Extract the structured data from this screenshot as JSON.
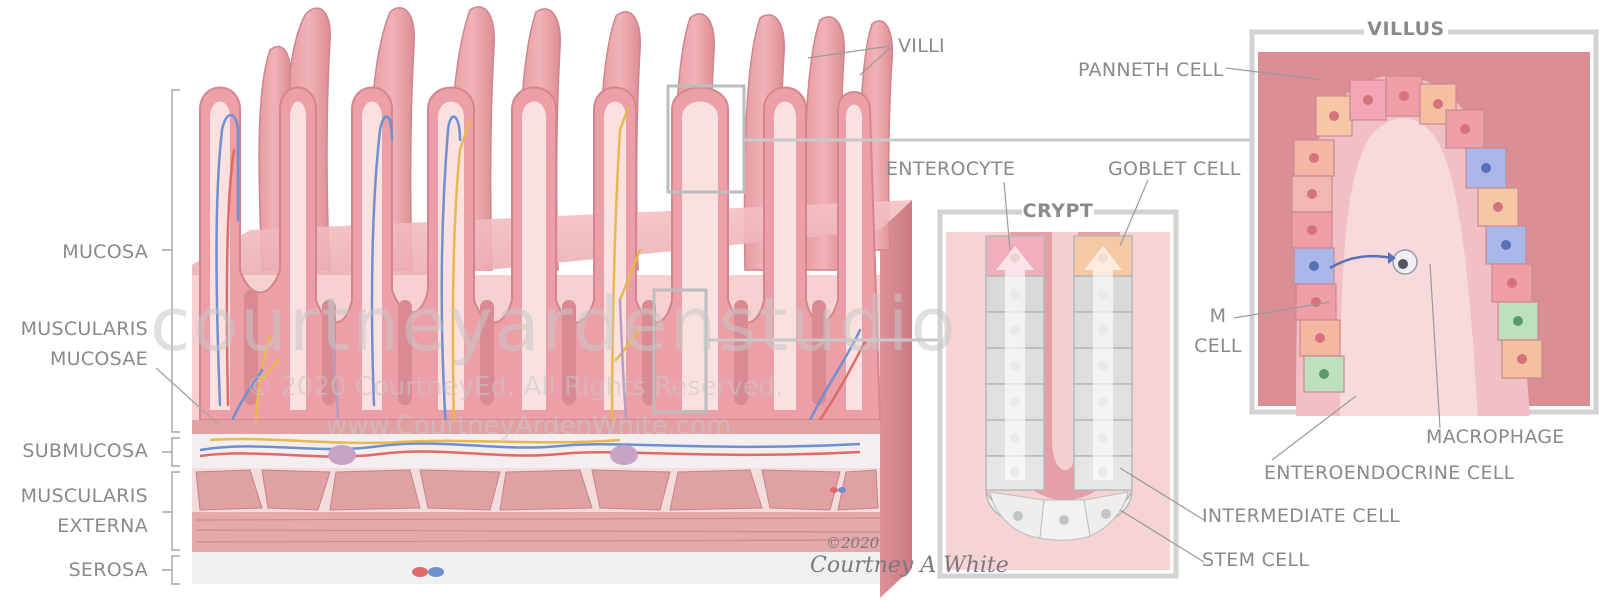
{
  "labels": {
    "villi": "VILLI",
    "mucosa": "MUCOSA",
    "muscularis_mucosae_1": "MUSCULARIS",
    "muscularis_mucosae_2": "MUCOSAE",
    "submucosa": "SUBMUCOSA",
    "muscularis_externa_1": "MUSCULARIS",
    "muscularis_externa_2": "EXTERNA",
    "serosa": "SEROSA",
    "enterocyte": "ENTEROCYTE",
    "goblet_cell": "GOBLET CELL",
    "crypt": "CRYPT",
    "villus": "VILLUS",
    "panneth_cell": "PANNETH CELL",
    "m_cell_1": "M",
    "m_cell_2": "CELL",
    "macrophage": "MACROPHAGE",
    "enteroendocrine_cell": "ENTEROENDOCRINE CELL",
    "intermediate_cell": "INTERMEDIATE CELL",
    "stem_cell": "STEM CELL"
  },
  "watermark": {
    "studio": "courtneyardenstudio",
    "copyright": "© 2020 CourtneyEd. All Rights Reserved.",
    "url": "www.CourtneyArdenWhite.com"
  },
  "signature": {
    "year": "©2020",
    "name": "Courtney A White"
  },
  "colors": {
    "tissue_pink": "#e8a3a8",
    "tissue_light": "#f7d4d4",
    "tissue_dark": "#d98a91",
    "vein_blue": "#6f8fd0",
    "artery_red": "#e06a6a",
    "nerve_yellow": "#e8b850",
    "frame_gray": "#c9c9c9",
    "label_gray": "#8a8a8a"
  }
}
